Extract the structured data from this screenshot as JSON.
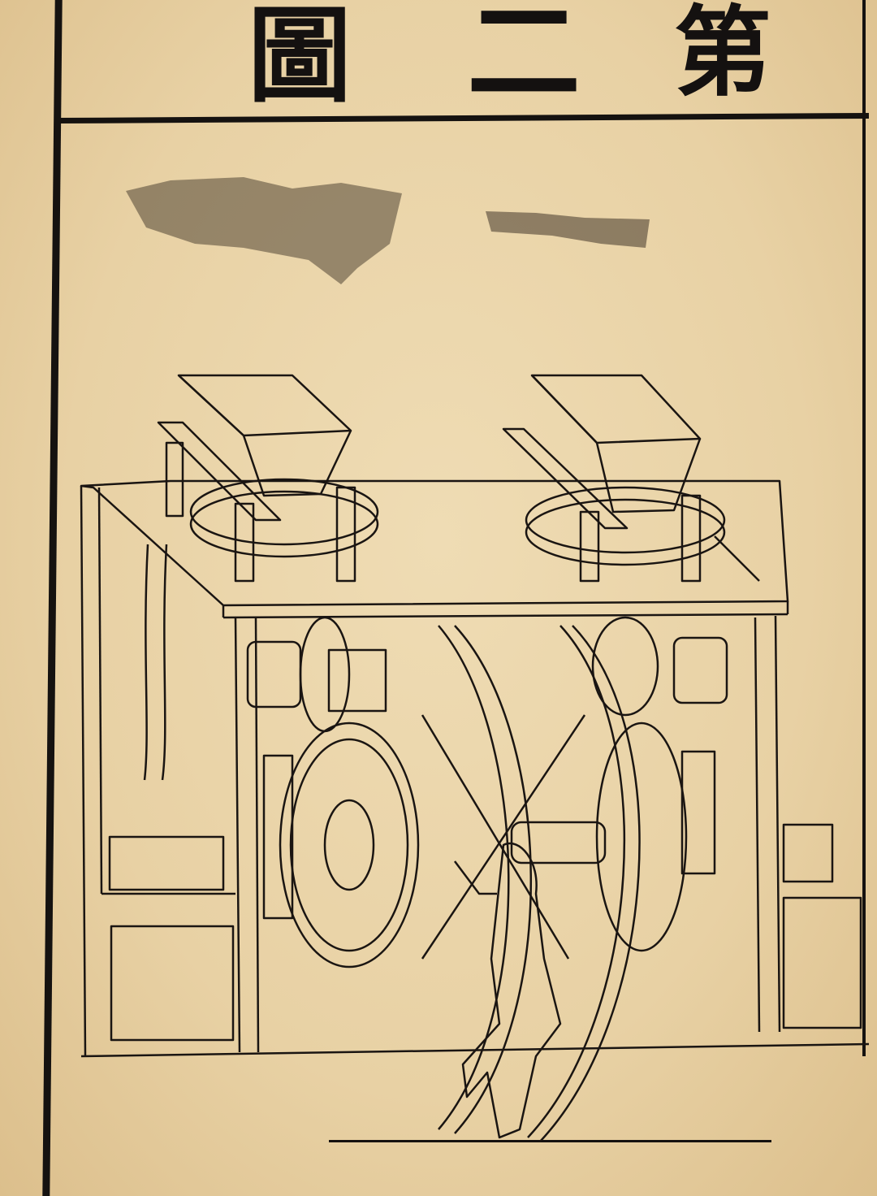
{
  "header": {
    "title_chars": [
      "第",
      "二",
      "圖"
    ],
    "title": "第二圖"
  },
  "colors": {
    "paper": "#e8d1a4",
    "ink": "#151210"
  }
}
